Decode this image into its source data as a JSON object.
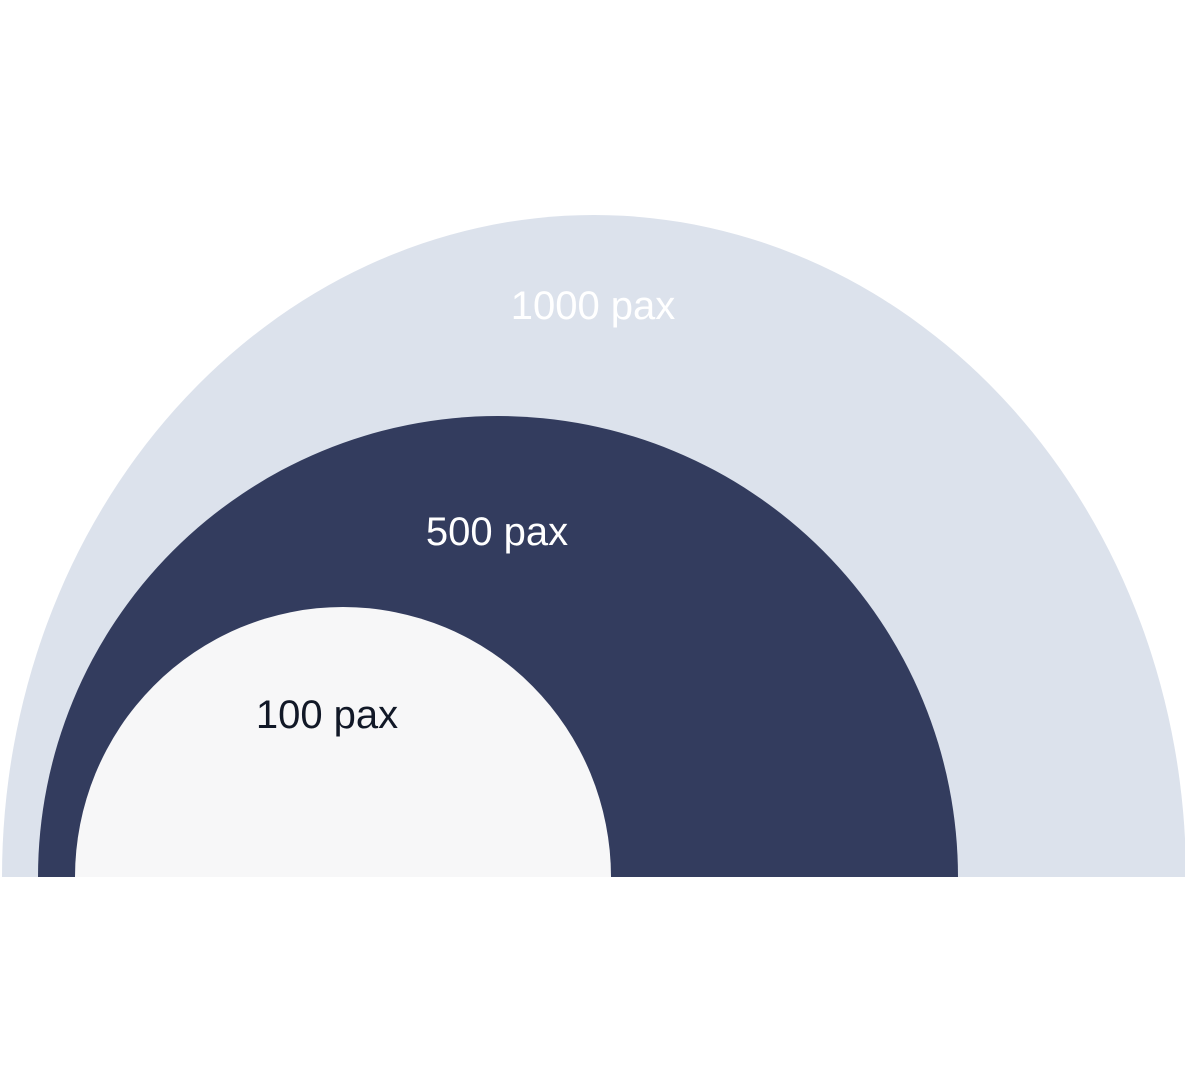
{
  "diagram": {
    "rings": [
      {
        "label": "1000 pax",
        "fill": "#dce2ec",
        "label_color": "#ffffff"
      },
      {
        "label": "500 pax",
        "fill": "#333c5e",
        "label_color": "#ffffff"
      },
      {
        "label": "100 pax",
        "fill": "#f7f7f8",
        "label_color": "#111827"
      }
    ]
  }
}
